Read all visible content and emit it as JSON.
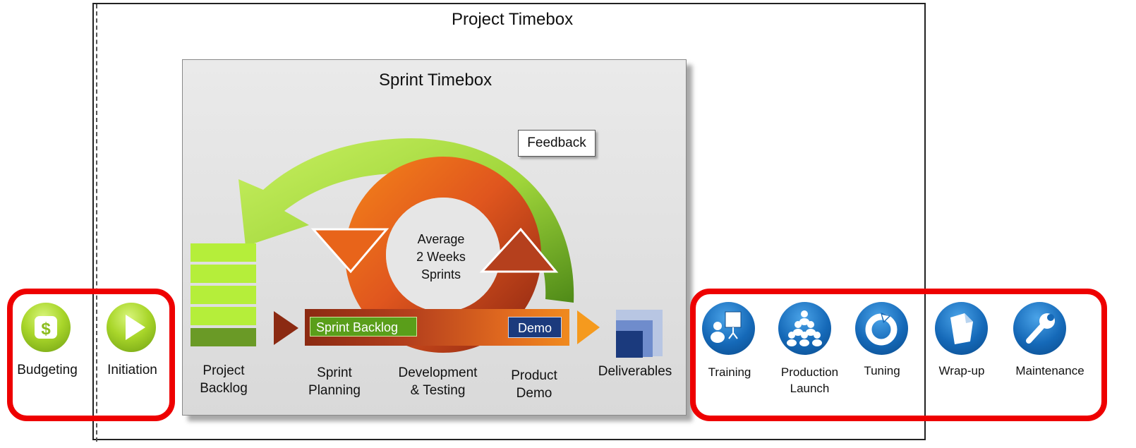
{
  "project_timebox": {
    "title": "Project Timebox"
  },
  "sprint_timebox": {
    "title": "Sprint Timebox"
  },
  "feedback_label": "Feedback",
  "cycle_center": {
    "line1": "Average",
    "line2": "2 Weeks",
    "line3": "Sprints"
  },
  "sprint_bar": {
    "backlog_tag": "Sprint Backlog",
    "demo_tag": "Demo"
  },
  "pre_project": [
    {
      "label": "Budgeting",
      "icon": "dollar-icon"
    },
    {
      "label": "Initiation",
      "icon": "play-icon"
    }
  ],
  "stages": {
    "project_backlog": {
      "line1": "Project",
      "line2": "Backlog"
    },
    "sprint_planning": {
      "line1": "Sprint",
      "line2": "Planning"
    },
    "dev_testing": {
      "line1": "Development",
      "line2": "& Testing"
    },
    "product_demo": {
      "line1": "Product",
      "line2": "Demo"
    },
    "deliverables": {
      "line1": "Deliverables"
    }
  },
  "post_project": [
    {
      "label": "Training",
      "icon": "presenter-icon"
    },
    {
      "line1": "Production",
      "line2": "Launch",
      "icon": "people-icon"
    },
    {
      "label": "Tuning",
      "icon": "refresh-icon"
    },
    {
      "label": "Wrap-up",
      "icon": "document-icon"
    },
    {
      "label": "Maintenance",
      "icon": "wrench-icon"
    }
  ],
  "colors": {
    "highlight_frame": "#ee0000",
    "feedback_arrow": "#9fd53a",
    "cycle_orange": "#e8641a",
    "cycle_dark": "#a8361a",
    "backlog_green": "#b5ee3a",
    "deliverable_blue": "#1b3a7d",
    "icon_blue": "#1569b8",
    "icon_green": "#a9d62a"
  }
}
